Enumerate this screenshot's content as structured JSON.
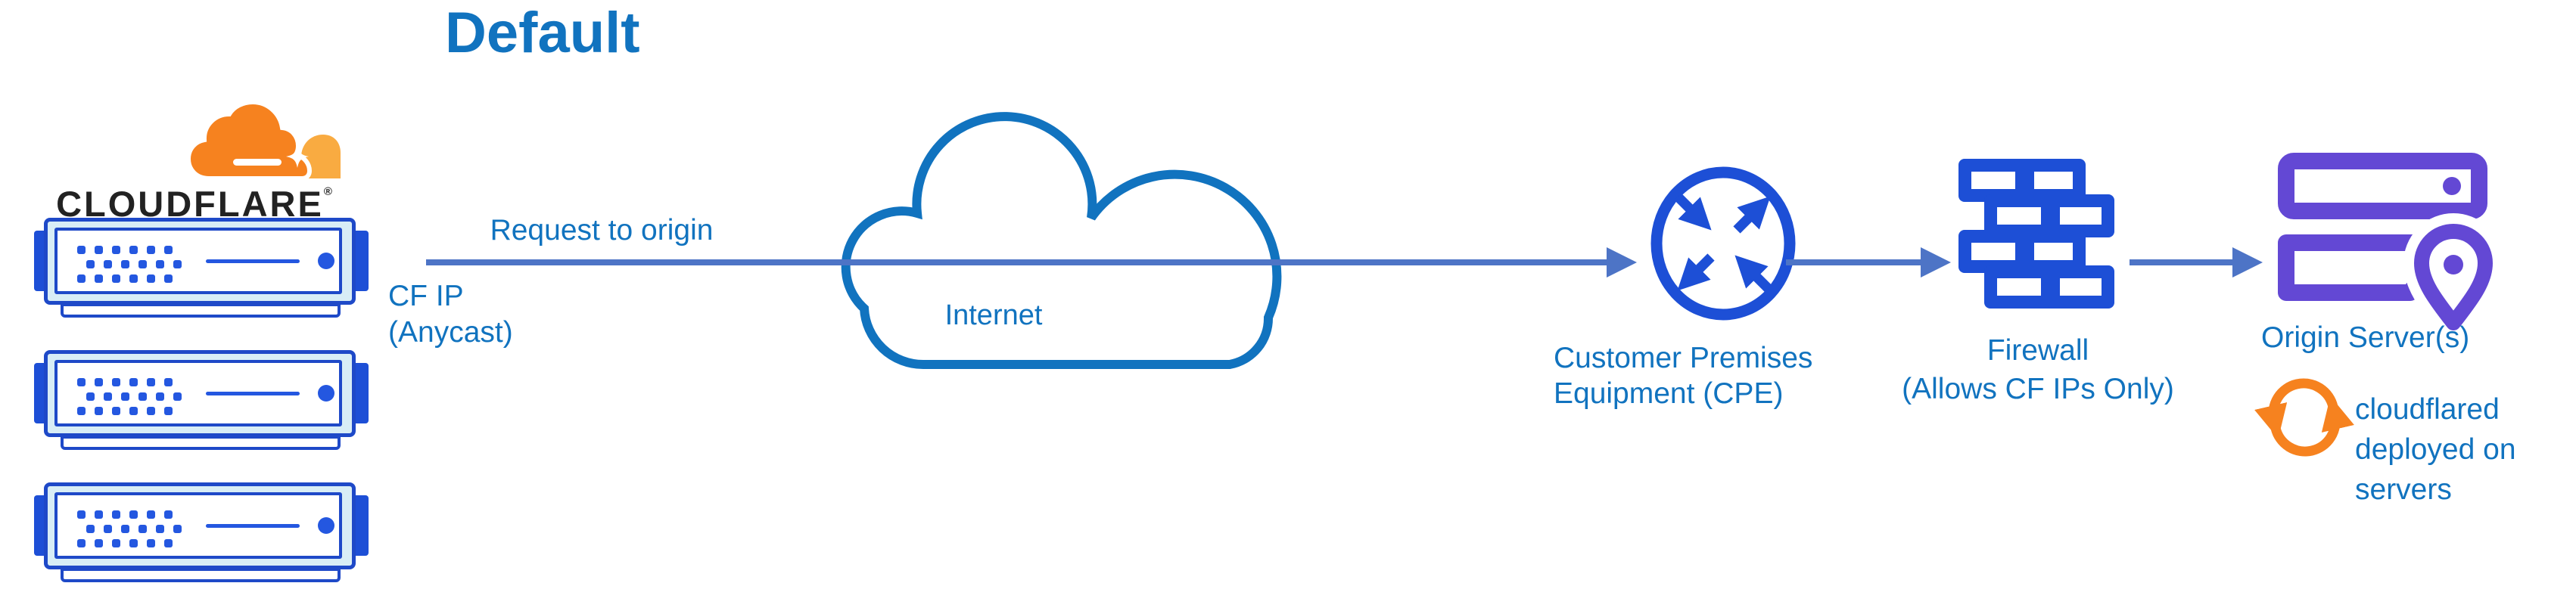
{
  "title": "Default",
  "logo": {
    "brand": "CLOUDFLARE",
    "registered": "®"
  },
  "labels": {
    "request": "Request to origin",
    "cf_ip_line1": "CF IP",
    "cf_ip_line2": "(Anycast)",
    "internet": "Internet",
    "cpe_line1": "Customer Premises",
    "cpe_line2": "Equipment (CPE)",
    "firewall_line1": "Firewall",
    "firewall_line2": "(Allows CF IPs Only)",
    "origin": "Origin Server(s)",
    "cloudflared_line1": "cloudflared",
    "cloudflared_line2": "deployed on",
    "cloudflared_line3": "servers"
  },
  "icons": {
    "cloudflare_logo": "cloudflare-cloud-logo",
    "edge_server": "rack-server",
    "internet": "cloud-outline",
    "cpe": "router-circle-arrows",
    "firewall": "brick-wall",
    "origin": "server-stack-with-location-pin",
    "cloudflared": "sync-refresh-arrows"
  },
  "colors": {
    "text_blue": "#1173BF",
    "icon_blue": "#1D4FD6",
    "dot_blue": "#2457E0",
    "server_border": "#1E49C8",
    "server_fill": "#D8EDF6",
    "arrow_blue": "#4D74C6",
    "cloud_stroke": "#1173BF",
    "purple": "#6348D4",
    "orange": "#F6821F",
    "orange_light": "#F9AB41",
    "wordmark_black": "#222222"
  }
}
